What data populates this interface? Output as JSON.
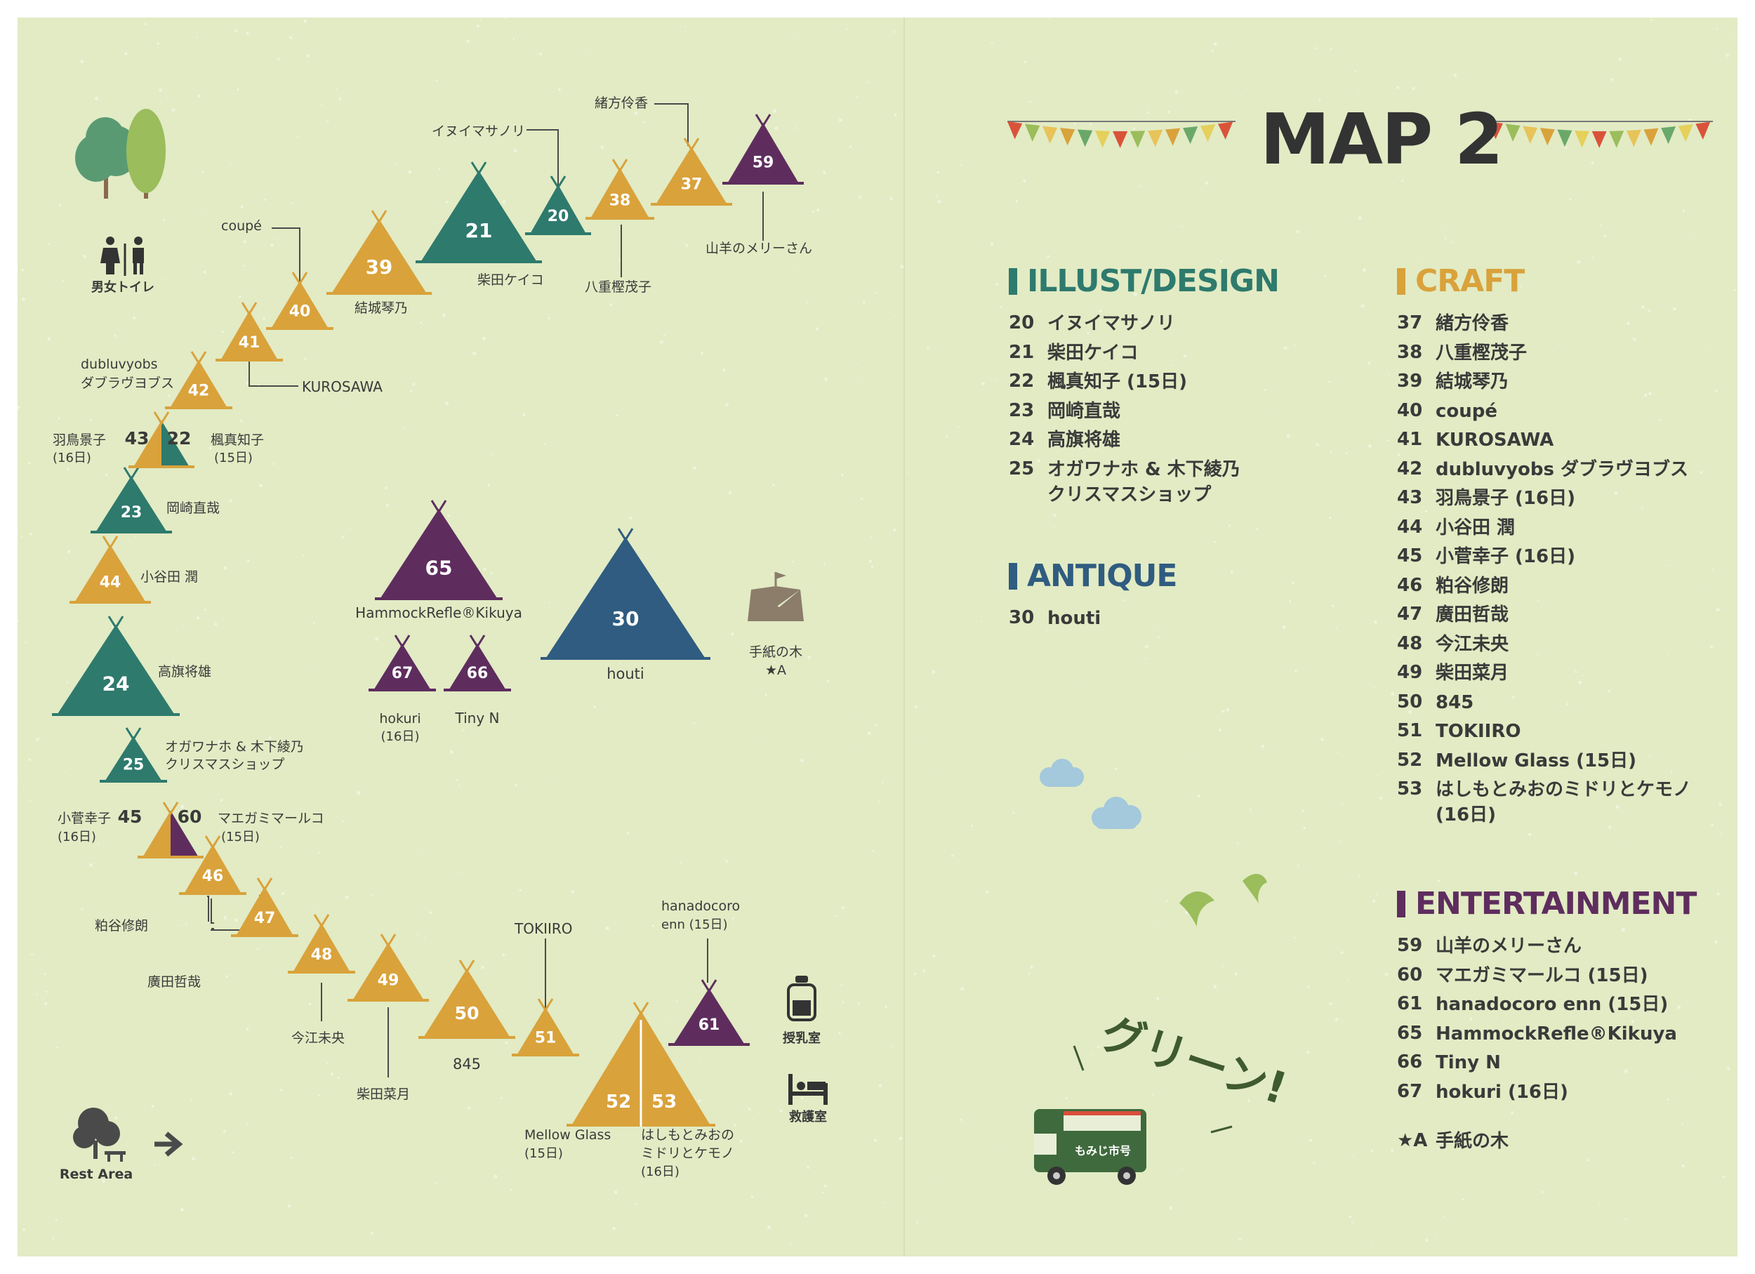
{
  "title": "MAP 2",
  "categories": [
    {
      "key": "illust",
      "label": "ILLUST/DESIGN",
      "color": "#2e7a6d",
      "entries": [
        {
          "num": "20",
          "name": "イヌイマサノリ"
        },
        {
          "num": "21",
          "name": "柴田ケイコ"
        },
        {
          "num": "22",
          "name": "楓真知子 (15日)"
        },
        {
          "num": "23",
          "name": "岡崎直哉"
        },
        {
          "num": "24",
          "name": "高旗将雄"
        },
        {
          "num": "25",
          "name": "オガワナホ & 木下綾乃\nクリスマスショップ"
        }
      ]
    },
    {
      "key": "antique",
      "label": "ANTIQUE",
      "color": "#2f5c80",
      "entries": [
        {
          "num": "30",
          "name": "houti"
        }
      ]
    },
    {
      "key": "craft",
      "label": "CRAFT",
      "color": "#d9a23b",
      "entries": [
        {
          "num": "37",
          "name": "緒方伶香"
        },
        {
          "num": "38",
          "name": "八重樫茂子"
        },
        {
          "num": "39",
          "name": "結城琴乃"
        },
        {
          "num": "40",
          "name": "coupé"
        },
        {
          "num": "41",
          "name": "KUROSAWA"
        },
        {
          "num": "42",
          "name": "dubluvyobs ダブラヴヨブス"
        },
        {
          "num": "43",
          "name": "羽鳥景子 (16日)"
        },
        {
          "num": "44",
          "name": "小谷田 潤"
        },
        {
          "num": "45",
          "name": "小菅幸子 (16日)"
        },
        {
          "num": "46",
          "name": "粕谷修朗"
        },
        {
          "num": "47",
          "name": "廣田哲哉"
        },
        {
          "num": "48",
          "name": "今江未央"
        },
        {
          "num": "49",
          "name": "柴田菜月"
        },
        {
          "num": "50",
          "name": "845"
        },
        {
          "num": "51",
          "name": "TOKIIRO"
        },
        {
          "num": "52",
          "name": "Mellow Glass (15日)"
        },
        {
          "num": "53",
          "name": "はしもとみおのミドリとケモノ\n(16日)"
        }
      ]
    },
    {
      "key": "entertainment",
      "label": "ENTERTAINMENT",
      "color": "#5e2d5e",
      "entries": [
        {
          "num": "59",
          "name": "山羊のメリーさん"
        },
        {
          "num": "60",
          "name": "マエガミマールコ (15日)"
        },
        {
          "num": "61",
          "name": "hanadocoro enn (15日)"
        },
        {
          "num": "65",
          "name": "HammockRefle®Kikuya"
        },
        {
          "num": "66",
          "name": "Tiny N"
        },
        {
          "num": "67",
          "name": "hokuri (16日)"
        }
      ]
    }
  ],
  "special": {
    "num": "★A",
    "name": "手紙の木"
  },
  "colors": {
    "craft": "#d9a23b",
    "illust": "#2e7a6d",
    "antique": "#2f5c80",
    "entertainment": "#5e2d5e",
    "background": "#e2ebc4"
  },
  "map": {
    "labels": {
      "t20": "イヌイマサノリ",
      "t21": "柴田ケイコ",
      "t37": "緒方伶香",
      "t38": "八重樫茂子",
      "t59": "山羊のメリーさん",
      "t39": "結城琴乃",
      "t40": "coupé",
      "t41": "KUROSAWA",
      "t42a": "dubluvyobs",
      "t42b": "ダブラヴヨブス",
      "t43": "羽鳥景子",
      "t43d": "(16日)",
      "t22": "楓真知子",
      "t22d": "(15日)",
      "t23": "岡崎直哉",
      "t44": "小谷田 潤",
      "t24": "高旗将雄",
      "t25a": "オガワナホ & 木下綾乃",
      "t25b": "クリスマスショップ",
      "t45": "小菅幸子",
      "t45d": "(16日)",
      "t60": "マエガミマールコ",
      "t60d": "(15日)",
      "t46": "粕谷修朗",
      "t47": "廣田哲哉",
      "t48": "今江未央",
      "t49": "柴田菜月",
      "t50": "845",
      "t51": "TOKIIRO",
      "t61a": "hanadocoro",
      "t61b": "enn (15日)",
      "t52a": "Mellow Glass",
      "t52b": "(15日)",
      "t53a": "はしもとみおの",
      "t53b": "ミドリとケモノ",
      "t53c": "(16日)",
      "t65": "HammockRefle®Kikuya",
      "t30": "houti",
      "t67": "hokuri",
      "t67d": "(16日)",
      "t66": "Tiny N",
      "tA1": "手紙の木",
      "tA2": "★A",
      "toilet": "男女トイレ",
      "nursing": "授乳室",
      "firstaid": "救護室",
      "rest": "Rest Area",
      "truck": "もみじ市号",
      "slogan": "グリーン!"
    }
  }
}
